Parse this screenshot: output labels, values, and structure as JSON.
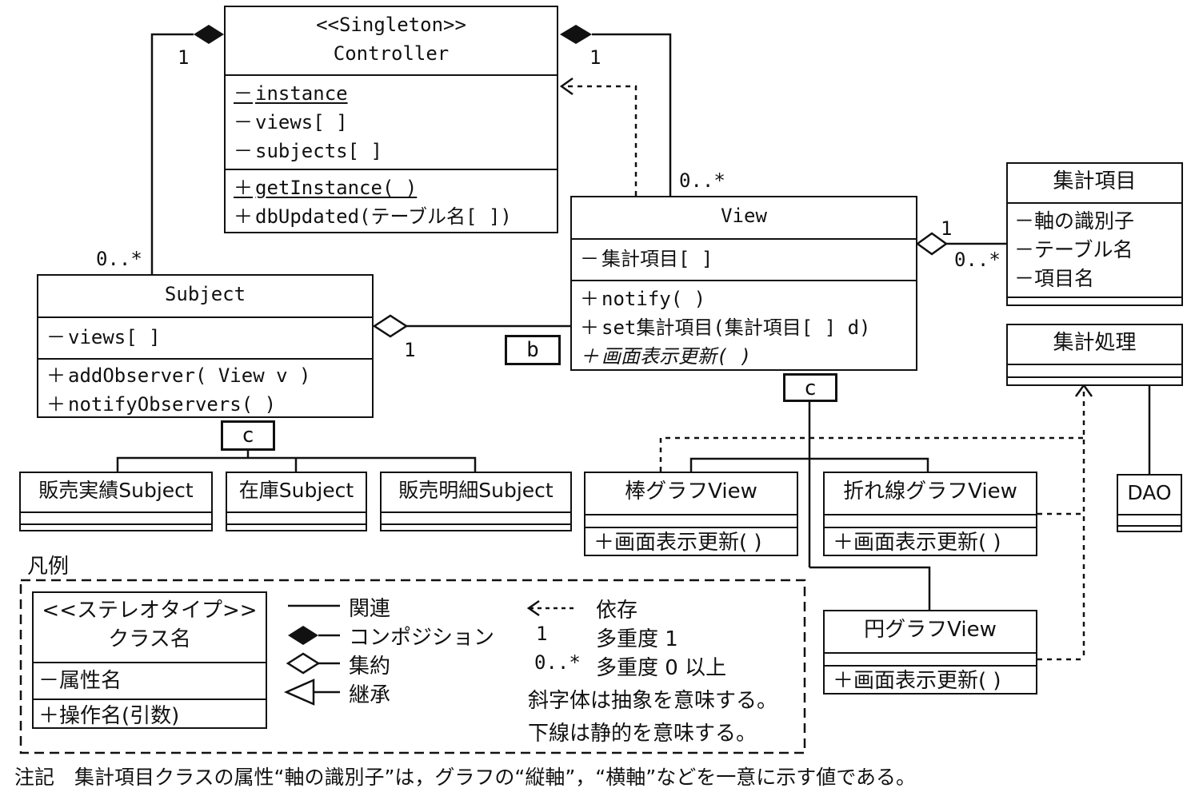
{
  "classes": {
    "controller": {
      "stereotype": "<<Singleton>>",
      "name": "Controller",
      "attributes": [
        "instance",
        "views[ ]",
        "subjects[ ]"
      ],
      "operations": [
        "getInstance( )",
        "dbUpdated(テーブル名[ ])"
      ]
    },
    "view": {
      "name": "View",
      "attributes": [
        "集計項目[ ]"
      ],
      "operations": [
        "notify( )",
        "set集計項目(集計項目[ ] d)",
        "画面表示更新( )"
      ]
    },
    "subject": {
      "name": "Subject",
      "attributes": [
        "views[ ]"
      ],
      "operations": [
        "addObserver( View v )",
        "notifyObservers( )"
      ]
    },
    "aggregate_item": {
      "name": "集計項目",
      "attributes": [
        "軸の識別子",
        "テーブル名",
        "項目名"
      ]
    },
    "aggregate_process": {
      "name": "集計処理"
    },
    "sales_result_subject": {
      "name": "販売実績Subject"
    },
    "inventory_subject": {
      "name": "在庫Subject"
    },
    "sales_detail_subject": {
      "name": "販売明細Subject"
    },
    "bar_graph_view": {
      "name": "棒グラフView",
      "operations": [
        "画面表示更新( )"
      ]
    },
    "line_graph_view": {
      "name": "折れ線グラフView",
      "operations": [
        "画面表示更新( )"
      ]
    },
    "pie_graph_view": {
      "name": "円グラフView",
      "operations": [
        "画面表示更新( )"
      ]
    },
    "dao": {
      "name": "DAO"
    }
  },
  "symbols": {
    "minus": "－",
    "plus": "＋"
  },
  "multiplicities": {
    "ctrl_subject_one": "1",
    "ctrl_subject_many": "0..*",
    "ctrl_view_one": "1",
    "ctrl_view_many": "0..*",
    "subject_view_one": "1",
    "view_item_one": "1",
    "view_item_many": "0..*"
  },
  "blanks": {
    "b": "b",
    "c1": "c",
    "c2": "c"
  },
  "legend": {
    "title": "凡例",
    "sample_stereotype": "<<ステレオタイプ>>",
    "sample_class": "クラス名",
    "sample_attribute": "－属性名",
    "sample_operation": "＋操作名(引数)",
    "association": "関連",
    "composition": "コンポジション",
    "aggregation": "集約",
    "inheritance": "継承",
    "dependency": "依存",
    "mult_one_symbol": "1",
    "mult_one_text": "多重度 1",
    "mult_many_symbol": "0..*",
    "mult_many_text": "多重度 0 以上",
    "italic_note": "斜字体は抽象を意味する。",
    "underline_note": "下線は静的を意味する。"
  },
  "note": "注記　集計項目クラスの属性“軸の識別子”は，グラフの“縦軸”，“横軸”などを一意に示す値である。"
}
